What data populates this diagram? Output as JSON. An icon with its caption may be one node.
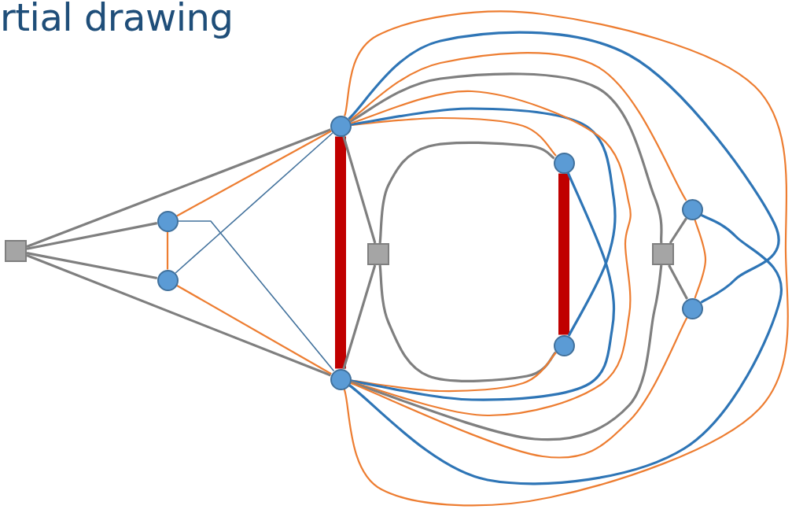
{
  "diagram": {
    "title": "rtial drawing",
    "nodes": [
      {
        "text": [],
        "shape": "box"
      },
      {
        "text": [],
        "shape": "circle"
      },
      {
        "text": [],
        "shape": "circle"
      },
      {
        "text": [],
        "shape": "circle"
      },
      {
        "text": [],
        "shape": "circle"
      },
      {
        "text": [],
        "shape": "box"
      },
      {
        "text": [],
        "shape": "circle"
      },
      {
        "text": [],
        "shape": "circle"
      },
      {
        "text": [],
        "shape": "box"
      },
      {
        "text": [],
        "shape": "circle"
      },
      {
        "text": [],
        "shape": "circle"
      }
    ],
    "edges": [
      {
        "from": 0,
        "to": 3,
        "arrow": "none"
      },
      {
        "from": 0,
        "to": 1,
        "arrow": "none"
      },
      {
        "from": 0,
        "to": 2,
        "arrow": "none"
      },
      {
        "from": 0,
        "to": 4,
        "arrow": "none"
      },
      {
        "from": 1,
        "to": 3,
        "arrow": "none",
        "color": "#ed7d31"
      },
      {
        "from": 1,
        "to": 2,
        "arrow": "none",
        "color": "#ed7d31"
      },
      {
        "from": 2,
        "to": 4,
        "arrow": "none",
        "color": "#ed7d31"
      },
      {
        "from": 2,
        "to": 3,
        "arrow": "none",
        "color": "#41719c"
      },
      {
        "from": 1,
        "to": 4,
        "arrow": "none",
        "color": "#41719c"
      },
      {
        "from": 3,
        "to": 4,
        "arrow": "none",
        "style": "thick",
        "color": "#c00000"
      },
      {
        "from": 3,
        "to": 5,
        "arrow": "none"
      },
      {
        "from": 4,
        "to": 5,
        "arrow": "none"
      },
      {
        "from": 5,
        "to": 6,
        "arrow": "none"
      },
      {
        "from": 5,
        "to": 7,
        "arrow": "none"
      },
      {
        "from": 6,
        "to": 7,
        "arrow": "none",
        "style": "thick",
        "color": "#c00000"
      },
      {
        "from": 3,
        "to": 6,
        "arrow": "none",
        "color": "#ed7d31"
      },
      {
        "from": 4,
        "to": 7,
        "arrow": "none",
        "color": "#ed7d31"
      },
      {
        "from": 3,
        "to": 7,
        "arrow": "none",
        "color": "#2e75b6"
      },
      {
        "from": 4,
        "to": 6,
        "arrow": "none",
        "color": "#2e75b6"
      },
      {
        "from": 3,
        "to": 4,
        "arrow": "none",
        "color": "#ed7d31"
      },
      {
        "from": 3,
        "to": 8,
        "arrow": "none"
      },
      {
        "from": 4,
        "to": 8,
        "arrow": "none"
      },
      {
        "from": 3,
        "to": 9,
        "arrow": "none",
        "color": "#ed7d31"
      },
      {
        "from": 4,
        "to": 10,
        "arrow": "none",
        "color": "#ed7d31"
      },
      {
        "from": 3,
        "to": 10,
        "arrow": "none",
        "color": "#2e75b6"
      },
      {
        "from": 4,
        "to": 9,
        "arrow": "none",
        "color": "#2e75b6"
      },
      {
        "from": 3,
        "to": 4,
        "arrow": "none",
        "color": "#ed7d31"
      },
      {
        "from": 9,
        "to": 10,
        "arrow": "none",
        "color": "#ed7d31"
      },
      {
        "from": 8,
        "to": 9,
        "arrow": "none"
      },
      {
        "from": 8,
        "to": 10,
        "arrow": "none"
      }
    ]
  }
}
